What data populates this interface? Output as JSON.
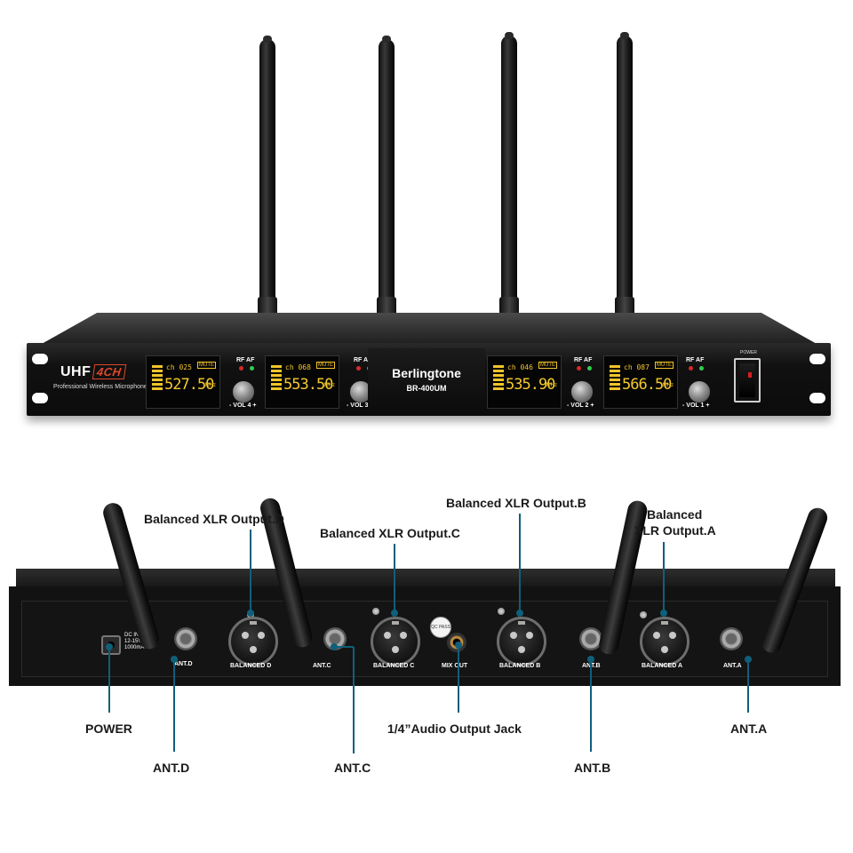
{
  "front": {
    "brand_uhf": "UHF",
    "brand_4ch": "4CH",
    "brand_subtitle": "Professional Wireless Microphone",
    "brand_name": "Berlingtone",
    "model": "BR-400UM",
    "rf": "RF",
    "af": "AF",
    "power": "POWER",
    "channels": [
      {
        "ch": "ch 025",
        "freq": "527.50",
        "vol": "- VOL 4 +"
      },
      {
        "ch": "ch 068",
        "freq": "553.50",
        "vol": "- VOL 3 +"
      },
      {
        "ch": "ch 046",
        "freq": "535.90",
        "vol": "- VOL 2 +"
      },
      {
        "ch": "ch 087",
        "freq": "566.50",
        "vol": "- VOL 1 +"
      }
    ],
    "mute": "MUTE",
    "mhz": "MHz"
  },
  "rear": {
    "dc_input": "DC INPUT\n12-15V\n1000mA",
    "ant_d": "ANT.D",
    "ant_c": "ANT.C",
    "ant_b": "ANT.B",
    "ant_a": "ANT.A",
    "balanced_d": "BALANCED D",
    "balanced_c": "BALANCED C",
    "balanced_b": "BALANCED B",
    "balanced_a": "BALANCED A",
    "mix_out": "MIX OUT",
    "qc_pass": "QC PASS"
  },
  "callouts": {
    "xlr_d": "Balanced XLR Output.D",
    "xlr_c": "Balanced XLR Output.C",
    "xlr_b": "Balanced XLR Output.B",
    "xlr_a_line1": "Balanced",
    "xlr_a_line2": "XLR Output.A",
    "power": "POWER",
    "audio_jack": "1/4”Audio Output Jack",
    "ant_d": "ANT.D",
    "ant_c": "ANT.C",
    "ant_b": "ANT.B",
    "ant_a": "ANT.A"
  },
  "colors": {
    "lcd_text": "#f5ca2e",
    "callout_line": "#0f5f7a",
    "brand_accent": "#e0492b"
  }
}
